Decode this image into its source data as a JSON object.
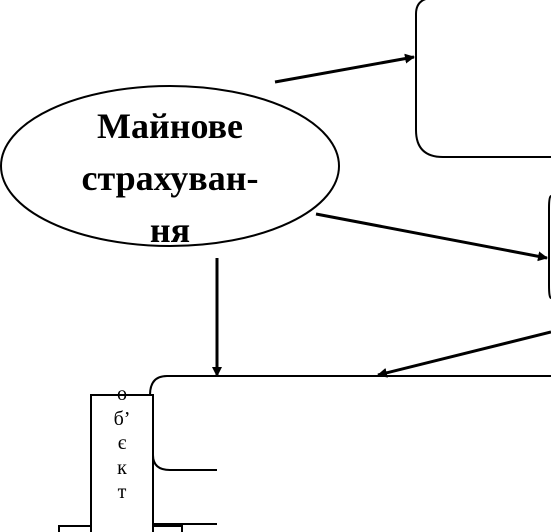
{
  "ellipse": {
    "lines": [
      "Майнове",
      "страхуван-",
      "ня"
    ]
  },
  "object_box": {
    "letters": [
      "о",
      "б’",
      "є",
      "к",
      "т"
    ]
  }
}
